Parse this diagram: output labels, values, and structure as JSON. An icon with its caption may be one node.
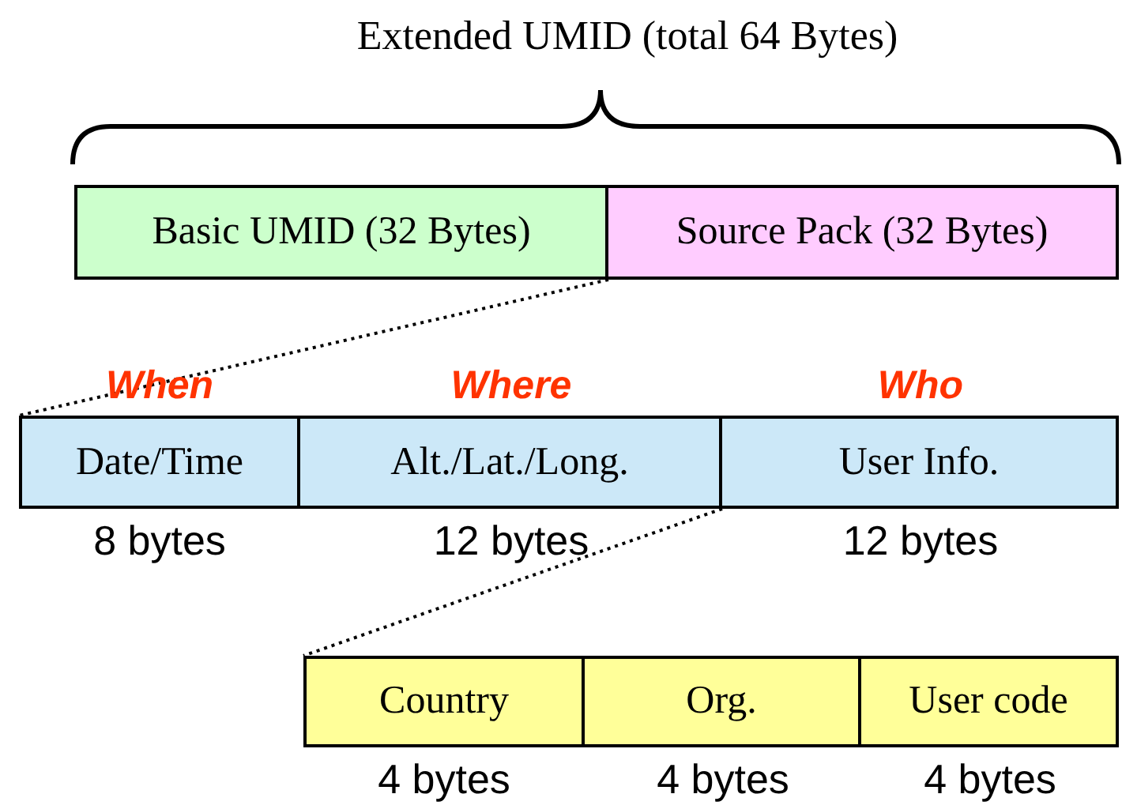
{
  "diagram": {
    "title": "Extended UMID (total 64 Bytes)",
    "nodes": [
      {
        "text": [
          "Basic UMID (32 Bytes)"
        ]
      },
      {
        "text": [
          "Source Pack (32 Bytes)"
        ]
      },
      {
        "text": [
          "Date/Time"
        ],
        "beside": [
          "When",
          "8 bytes"
        ]
      },
      {
        "text": [
          "Alt./Lat./Long."
        ],
        "beside": [
          "Where",
          "12 bytes"
        ]
      },
      {
        "text": [
          "User Info."
        ],
        "beside": [
          "Who",
          "12 bytes"
        ]
      },
      {
        "text": [
          "Country"
        ],
        "beside": [
          "4 bytes"
        ]
      },
      {
        "text": [
          "Org."
        ],
        "beside": [
          "4 bytes"
        ]
      },
      {
        "text": [
          "User code"
        ],
        "beside": [
          "4 bytes"
        ]
      }
    ],
    "edges": [
      {
        "from": 1,
        "to": 2,
        "arrow": "none",
        "style": "dashed"
      },
      {
        "from": 4,
        "to": 5,
        "arrow": "none",
        "style": "dashed"
      }
    ]
  }
}
